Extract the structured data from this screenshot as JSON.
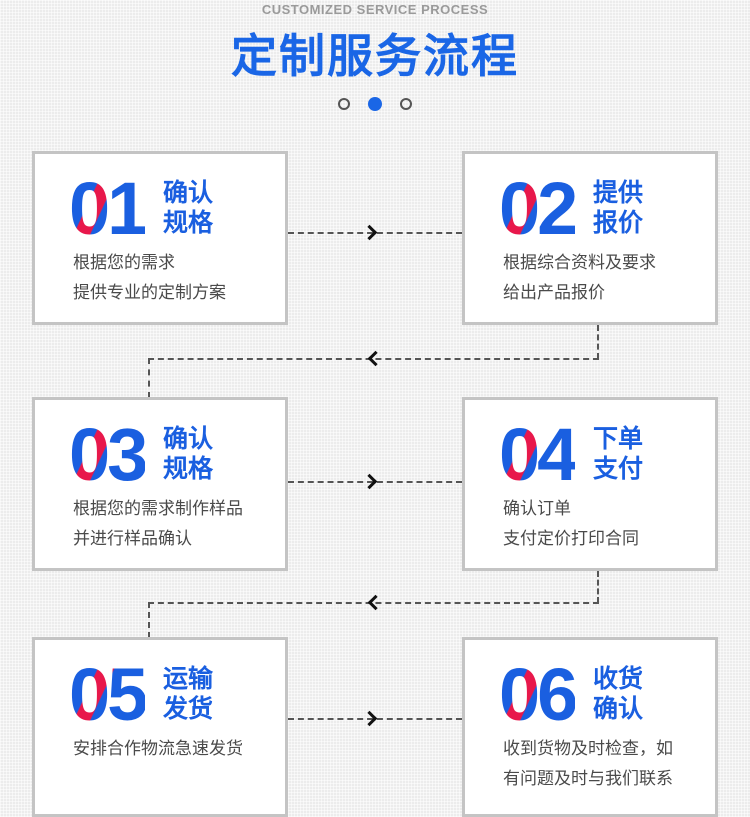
{
  "header": {
    "subtitle": "CUSTOMIZED SERVICE PROCESS",
    "title": "定制服务流程"
  },
  "pager": {
    "count": 3,
    "active_index": 1
  },
  "colors": {
    "primary_blue": "#1a5fe0",
    "accent_red": "#e8184b",
    "card_border": "#c4c4c4",
    "text_gray": "#4a4a4a"
  },
  "steps": [
    {
      "number": "01",
      "title_line1": "确认",
      "title_line2": "规格",
      "desc_line1": "根据您的需求",
      "desc_line2": "提供专业的定制方案"
    },
    {
      "number": "02",
      "title_line1": "提供",
      "title_line2": "报价",
      "desc_line1": "根据综合资料及要求",
      "desc_line2": "给出产品报价"
    },
    {
      "number": "03",
      "title_line1": "确认",
      "title_line2": "规格",
      "desc_line1": "根据您的需求制作样品",
      "desc_line2": "并进行样品确认"
    },
    {
      "number": "04",
      "title_line1": "下单",
      "title_line2": "支付",
      "desc_line1": "确认订单",
      "desc_line2": "支付定价打印合同"
    },
    {
      "number": "05",
      "title_line1": "运输",
      "title_line2": "发货",
      "desc_line1": "安排合作物流急速发货",
      "desc_line2": ""
    },
    {
      "number": "06",
      "title_line1": "收货",
      "title_line2": "确认",
      "desc_line1": "收到货物及时检查，如",
      "desc_line2": "有问题及时与我们联系"
    }
  ]
}
